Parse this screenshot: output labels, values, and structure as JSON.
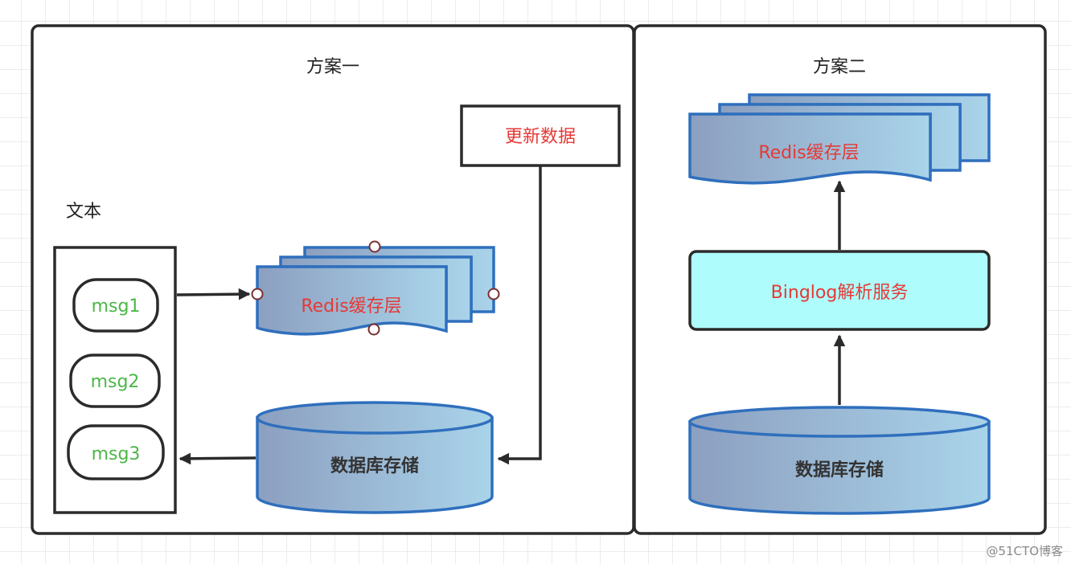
{
  "panels": {
    "left": {
      "title": "方案一"
    },
    "right": {
      "title": "方案二"
    }
  },
  "left": {
    "text_group_label": "文本",
    "messages": [
      "msg1",
      "msg2",
      "msg3"
    ],
    "redis_label": "Redis缓存层",
    "update_label": "更新数据",
    "db_label": "数据库存储"
  },
  "right": {
    "redis_label": "Redis缓存层",
    "binlog_label": "Binglog解析服务",
    "db_label": "数据库存储"
  },
  "watermark": "@51CTO博客",
  "colors": {
    "stroke_dark": "#2b2b2b",
    "shape_blue_stroke": "#2f6fbd",
    "gradient_start": "#8c9fc0",
    "gradient_end": "#a9d4ea",
    "service_fill": "#aefcfc",
    "text_red": "#e53935",
    "text_green": "#4cb748"
  }
}
